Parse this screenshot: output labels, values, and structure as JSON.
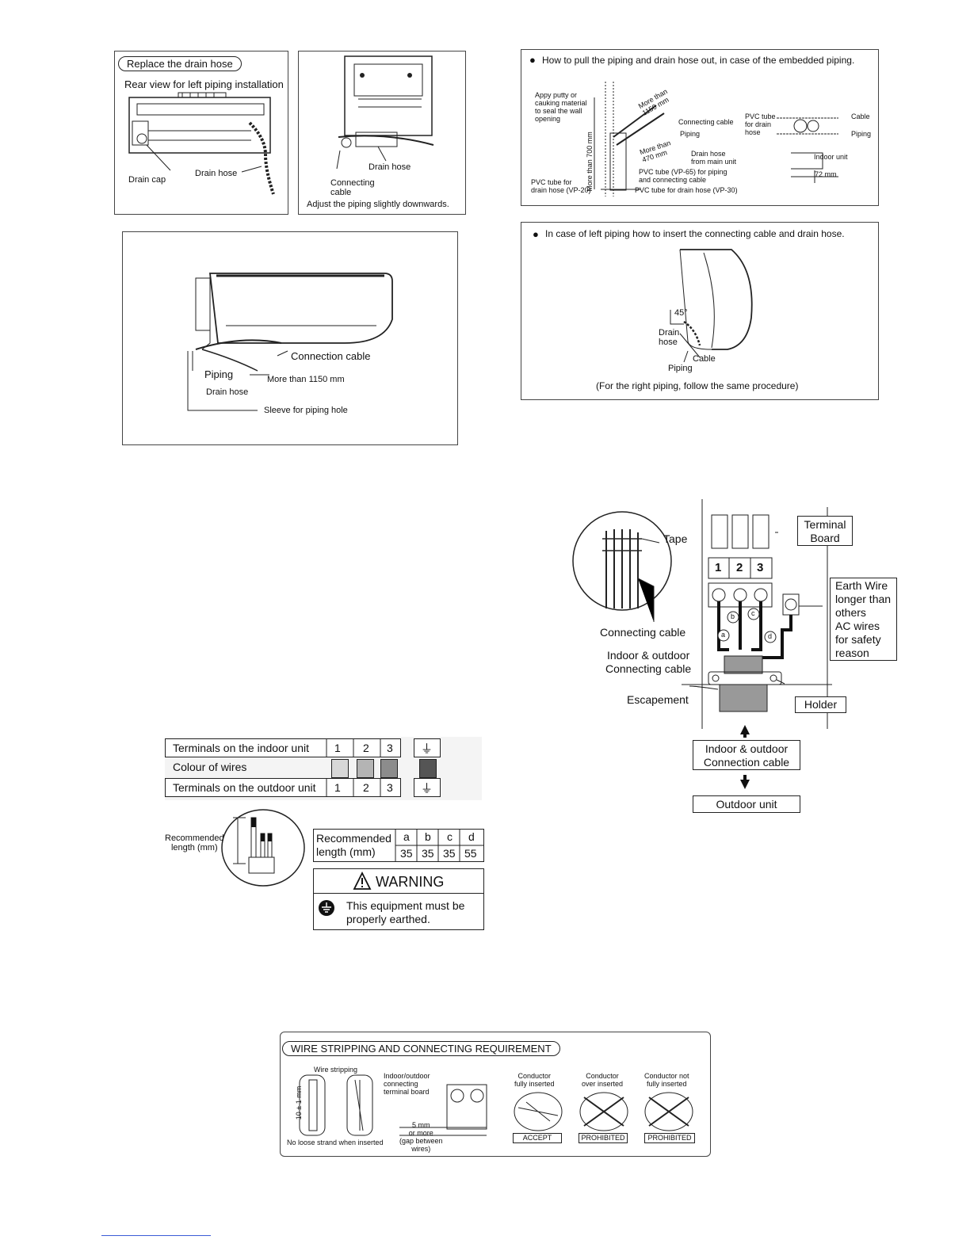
{
  "drain_hose_panel": {
    "title": "Replace the drain hose",
    "subtitle": "Rear view for left piping installation",
    "drain_cap": "Drain cap",
    "drain_hose": "Drain hose"
  },
  "adjust_panel": {
    "drain_hose": "Drain hose",
    "connecting_cable": "Connecting\ncable",
    "caption": "Adjust the piping slightly downwards."
  },
  "indoor_unit_panel": {
    "connection_cable": "Connection cable",
    "piping": "Piping",
    "more_than": "More than 1150 mm",
    "drain_hose": "Drain hose",
    "sleeve": "Sleeve for piping hole"
  },
  "embedded_panel": {
    "title": "How to pull the piping and drain hose out, in case of the embedded piping.",
    "putty": "Appy putty or\ncauking material\nto seal the wall\nopening",
    "more_than_1150": "More than\n1150 mm",
    "connecting_cable": "Connecting cable",
    "piping": "Piping",
    "more_than_470": "More than\n470 mm",
    "more_than_700": "More than 700 mm",
    "drain_hose_main": "Drain hose\nfrom main unit",
    "vp65": "PVC tube (VP-65) for piping\nand connecting cable",
    "vp30": "PVC tube for drain hose (VP-30)",
    "vp20": "PVC tube for\ndrain hose (VP-20)",
    "pvc_tube_drain": "PVC tube\nfor drain\nhose",
    "cable": "Cable",
    "piping_r": "Piping",
    "indoor_unit": "Indoor unit",
    "dim_72": "72 mm"
  },
  "left_piping_panel": {
    "title": "In case of left piping how to insert the connecting cable and drain hose.",
    "angle": "45°",
    "drain_hose": "Drain\nhose",
    "cable": "Cable",
    "piping": "Piping",
    "caption": "(For the right piping, follow the same procedure)"
  },
  "wiring_diagram": {
    "tape": "Tape",
    "connecting_cable": "Connecting cable",
    "terminal_board": "Terminal\nBoard",
    "terminals": [
      "1",
      "2",
      "3"
    ],
    "earth_wire": "Earth Wire\nlonger than\nothers\nAC wires\nfor safety\nreason",
    "wire_letters": [
      "a",
      "b",
      "c",
      "d"
    ],
    "indoor_outdoor_cable": "Indoor & outdoor\nConnecting cable",
    "escapement": "Escapement",
    "holder": "Holder",
    "connection_cable_box": "Indoor & outdoor\nConnection cable",
    "outdoor_unit": "Outdoor unit"
  },
  "terminal_table": {
    "row1_label": "Terminals on the indoor unit",
    "row2_label": "Colour of wires",
    "row3_label": "Terminals on the outdoor unit",
    "numbers": [
      "1",
      "2",
      "3"
    ],
    "wire_colours": [
      "#d8d8d8",
      "#b4b4b4",
      "#8c8c8c",
      "#555555"
    ]
  },
  "recommended_length": {
    "side_label": "Recommended\nlength (mm)",
    "header": "Recommended\nlength (mm)",
    "letters": [
      "a",
      "b",
      "c",
      "d"
    ],
    "values": [
      "35",
      "35",
      "35",
      "55"
    ]
  },
  "warning": {
    "title": "WARNING",
    "text": "This equipment must be\nproperly earthed."
  },
  "wire_stripping": {
    "title": "WIRE STRIPPING AND CONNECTING REQUIREMENT",
    "wire_stripping": "Wire stripping",
    "dim": "10 ± 1 mm",
    "no_loose": "No loose strand when inserted",
    "terminal_board": "Indoor/outdoor\nconnecting\nterminal board",
    "gap": "5 mm\nor more\n(gap between\nwires)",
    "fully": "Conductor\nfully inserted",
    "over": "Conductor\nover inserted",
    "not_fully": "Conductor not\nfully inserted",
    "accept": "ACCEPT",
    "prohibited1": "PROHIBITED",
    "prohibited2": "PROHIBITED"
  }
}
